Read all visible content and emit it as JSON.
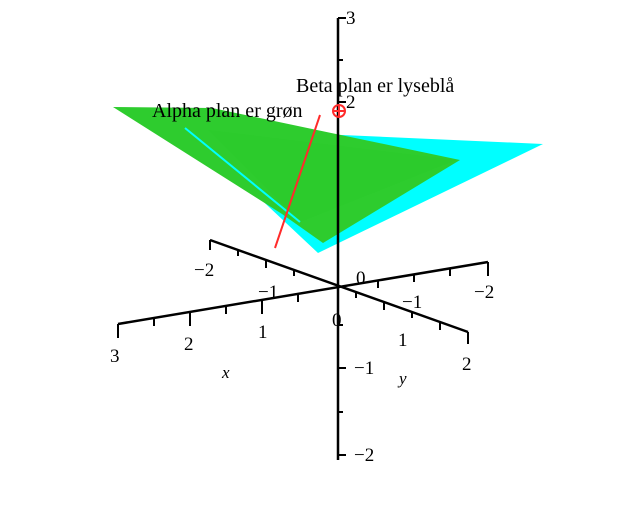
{
  "colors": {
    "background": "#ffffff",
    "alpha_plane": "#2ecc2e",
    "beta_plane": "#00ffff",
    "line": "#ff2b2b",
    "axes": "#000000"
  },
  "annotations": {
    "alpha_label": "Alpha plan er grøn",
    "beta_label": "Beta plan er lyseblå"
  },
  "axes": {
    "x": {
      "name": "x",
      "ticks": [
        "3",
        "2",
        "1"
      ]
    },
    "y": {
      "name": "y",
      "ticks": [
        "1",
        "2",
        "−1",
        "−2"
      ]
    },
    "z": {
      "ticks": [
        "3",
        "2",
        "0",
        "−1",
        "−2"
      ]
    },
    "x_negative_ticks": [
      "−2",
      "−1"
    ]
  }
}
